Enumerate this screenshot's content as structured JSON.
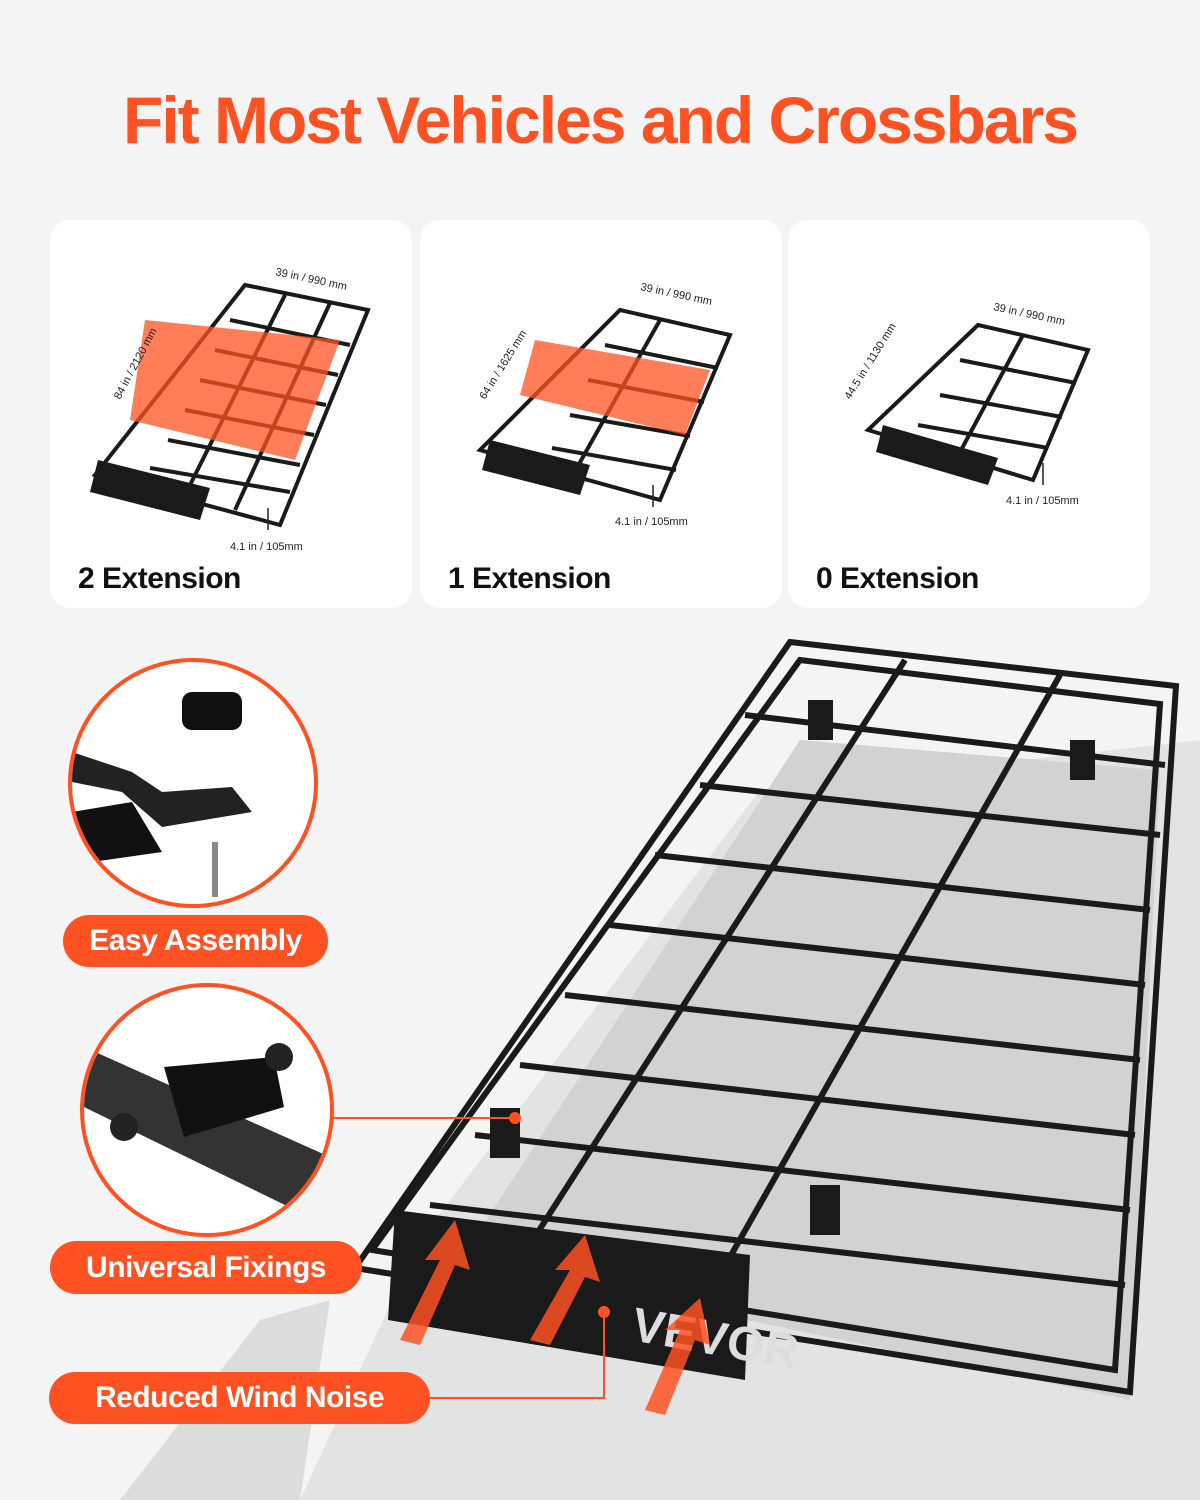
{
  "title": "Fit Most Vehicles and Crossbars",
  "brand": "VEVOR",
  "colors": {
    "accent": "#ff5121",
    "background": "#f4f4f4",
    "rack": "#1a1a1a"
  },
  "cards": [
    {
      "label": "2 Extension",
      "width_dim": "39 in / 990 mm",
      "length_dim": "84 in / 2120 mm",
      "height_dim": "4.1 in / 105mm"
    },
    {
      "label": "1 Extension",
      "width_dim": "39 in / 990 mm",
      "length_dim": "64 in / 1625 mm",
      "height_dim": "4.1 in / 105mm"
    },
    {
      "label": "0 Extension",
      "width_dim": "39 in / 990 mm",
      "length_dim": "44.5 in / 1130 mm",
      "height_dim": "4.1 in / 105mm"
    }
  ],
  "features": [
    {
      "label": "Easy Assembly",
      "icon": "knob-and-bracket-hardware"
    },
    {
      "label": "Universal Fixings",
      "icon": "crossbar-clamp"
    },
    {
      "label": "Reduced Wind Noise",
      "icon": "wind-fairing"
    }
  ]
}
